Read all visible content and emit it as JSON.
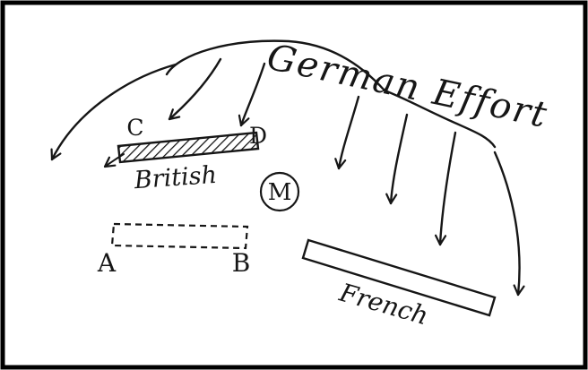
{
  "diagram": {
    "title": "German Effort",
    "units": {
      "british": {
        "label": "British",
        "left_point": "C",
        "right_point": "D"
      },
      "reserve_line": {
        "left_point": "A",
        "right_point": "B"
      },
      "marker": "M",
      "french": {
        "label": "French"
      }
    },
    "colors": {
      "ink": "#161616",
      "paper": "#ffffff",
      "border": "#000000"
    }
  }
}
